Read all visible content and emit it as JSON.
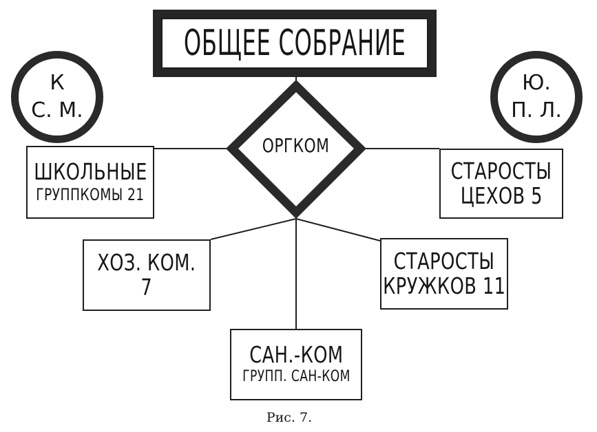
{
  "title": "ОБЩЕЕ СОБРАНИЕ",
  "left_circle": {
    "line1": "К",
    "line2": "С.  М."
  },
  "right_circle": {
    "line1": "Ю.",
    "line2": "П. Л."
  },
  "center": "ОРГКОМ",
  "nodes": {
    "school_groups": {
      "line1": "ШКОЛЬНЫЕ",
      "line2": "ГРУППКОМЫ 21"
    },
    "shop_elders": {
      "line1": "СТАРОСТЫ",
      "line2": "ЦЕХОВ  5"
    },
    "household": {
      "line1": "ХОЗ. КОМ.",
      "line2": "7"
    },
    "circle_elders": {
      "line1": "СТАРОСТЫ",
      "line2": "КРУЖКОВ 11"
    },
    "sanitary": {
      "line1": "САН.-КОМ",
      "line2": "ГРУПП. САН-КОМ"
    }
  },
  "caption": "Рис. 7."
}
